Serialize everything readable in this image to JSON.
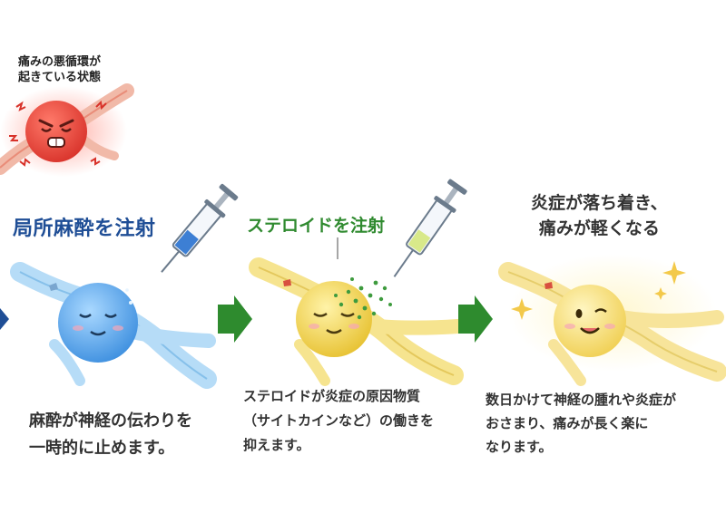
{
  "intro": {
    "caption_lines": [
      "痛みの悪循環が",
      "起きている状態"
    ]
  },
  "steps": [
    {
      "title": "局所麻酔を注射",
      "description_lines": [
        "麻酔が神経の伝わりを",
        "一時的に止めます。"
      ]
    },
    {
      "title": "ステロイドを注射",
      "description_lines": [
        "ステロイドが炎症の原因物質",
        "（サイトカインなど）の働きを",
        "抑えます。"
      ]
    },
    {
      "title_lines": [
        "炎症が落ち着き、",
        "痛みが軽くなる"
      ],
      "description_lines": [
        "数日かけて神経の腫れや炎症が",
        "おさまり、痛みが長く楽に",
        "なります。"
      ]
    }
  ],
  "colors": {
    "pain_red": "#e8453c",
    "anesthesia_blue": "#5aa8ea",
    "steroid_yellow": "#f3d24a",
    "recovered_yellow": "#f6d86a",
    "arrow_green": "#2e8b2e",
    "arrow_blue": "#1f4e96",
    "title_blue": "#1f4e96",
    "title_green": "#2f8a2f"
  },
  "icons": [
    "angry-nerve-icon",
    "syringe-icon",
    "arrow-right-icon",
    "sparkle-icon"
  ]
}
